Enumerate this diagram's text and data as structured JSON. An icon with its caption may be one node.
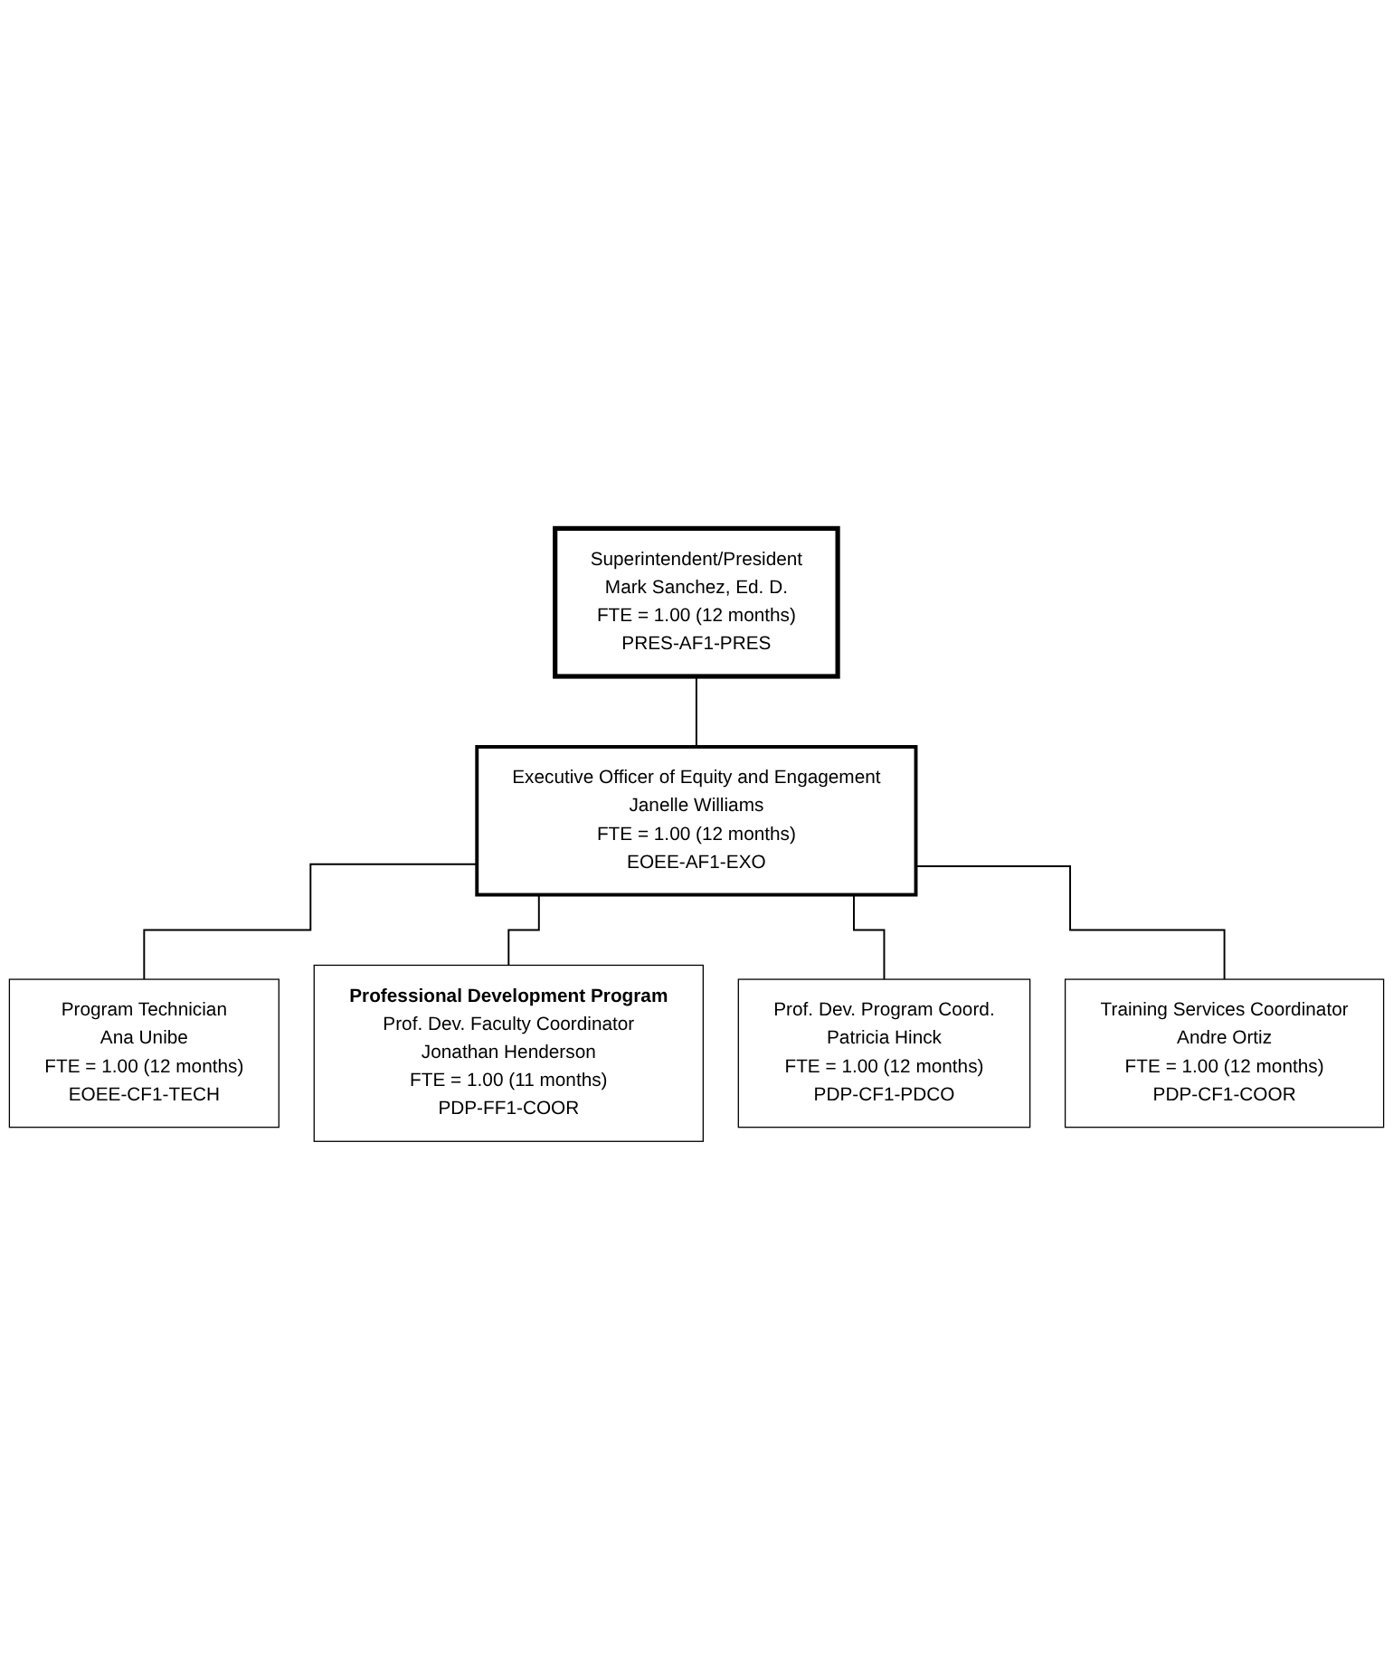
{
  "diagram": {
    "nodes": [
      {
        "text": [
          "Superintendent/President",
          "Mark Sanchez, Ed. D.",
          "FTE = 1.00 (12 months)",
          "PRES-AF1-PRES"
        ]
      },
      {
        "text": [
          "Executive Officer of Equity and Engagement",
          "Janelle Williams",
          "FTE = 1.00 (12 months)",
          "EOEE-AF1-EXO"
        ]
      },
      {
        "text": [
          "Program Technician",
          "Ana Unibe",
          "FTE = 1.00 (12 months)",
          "EOEE-CF1-TECH"
        ]
      },
      {
        "text": [
          "Professional Development Program",
          "Prof. Dev. Faculty Coordinator",
          "Jonathan Henderson",
          "FTE = 1.00 (11 months)",
          "PDP-FF1-COOR"
        ]
      },
      {
        "text": [
          "Prof. Dev. Program Coord.",
          "Patricia Hinck",
          "FTE = 1.00 (12 months)",
          "PDP-CF1-PDCO"
        ]
      },
      {
        "text": [
          "Training Services Coordinator",
          "Andre Ortiz",
          "FTE = 1.00 (12 months)",
          "PDP-CF1-COOR"
        ]
      }
    ],
    "edges": [
      {
        "from": 0,
        "to": 1,
        "arrow": "none"
      },
      {
        "from": 1,
        "to": 2,
        "arrow": "none"
      },
      {
        "from": 1,
        "to": 3,
        "arrow": "none"
      },
      {
        "from": 1,
        "to": 4,
        "arrow": "none"
      },
      {
        "from": 1,
        "to": 5,
        "arrow": "none"
      }
    ]
  }
}
